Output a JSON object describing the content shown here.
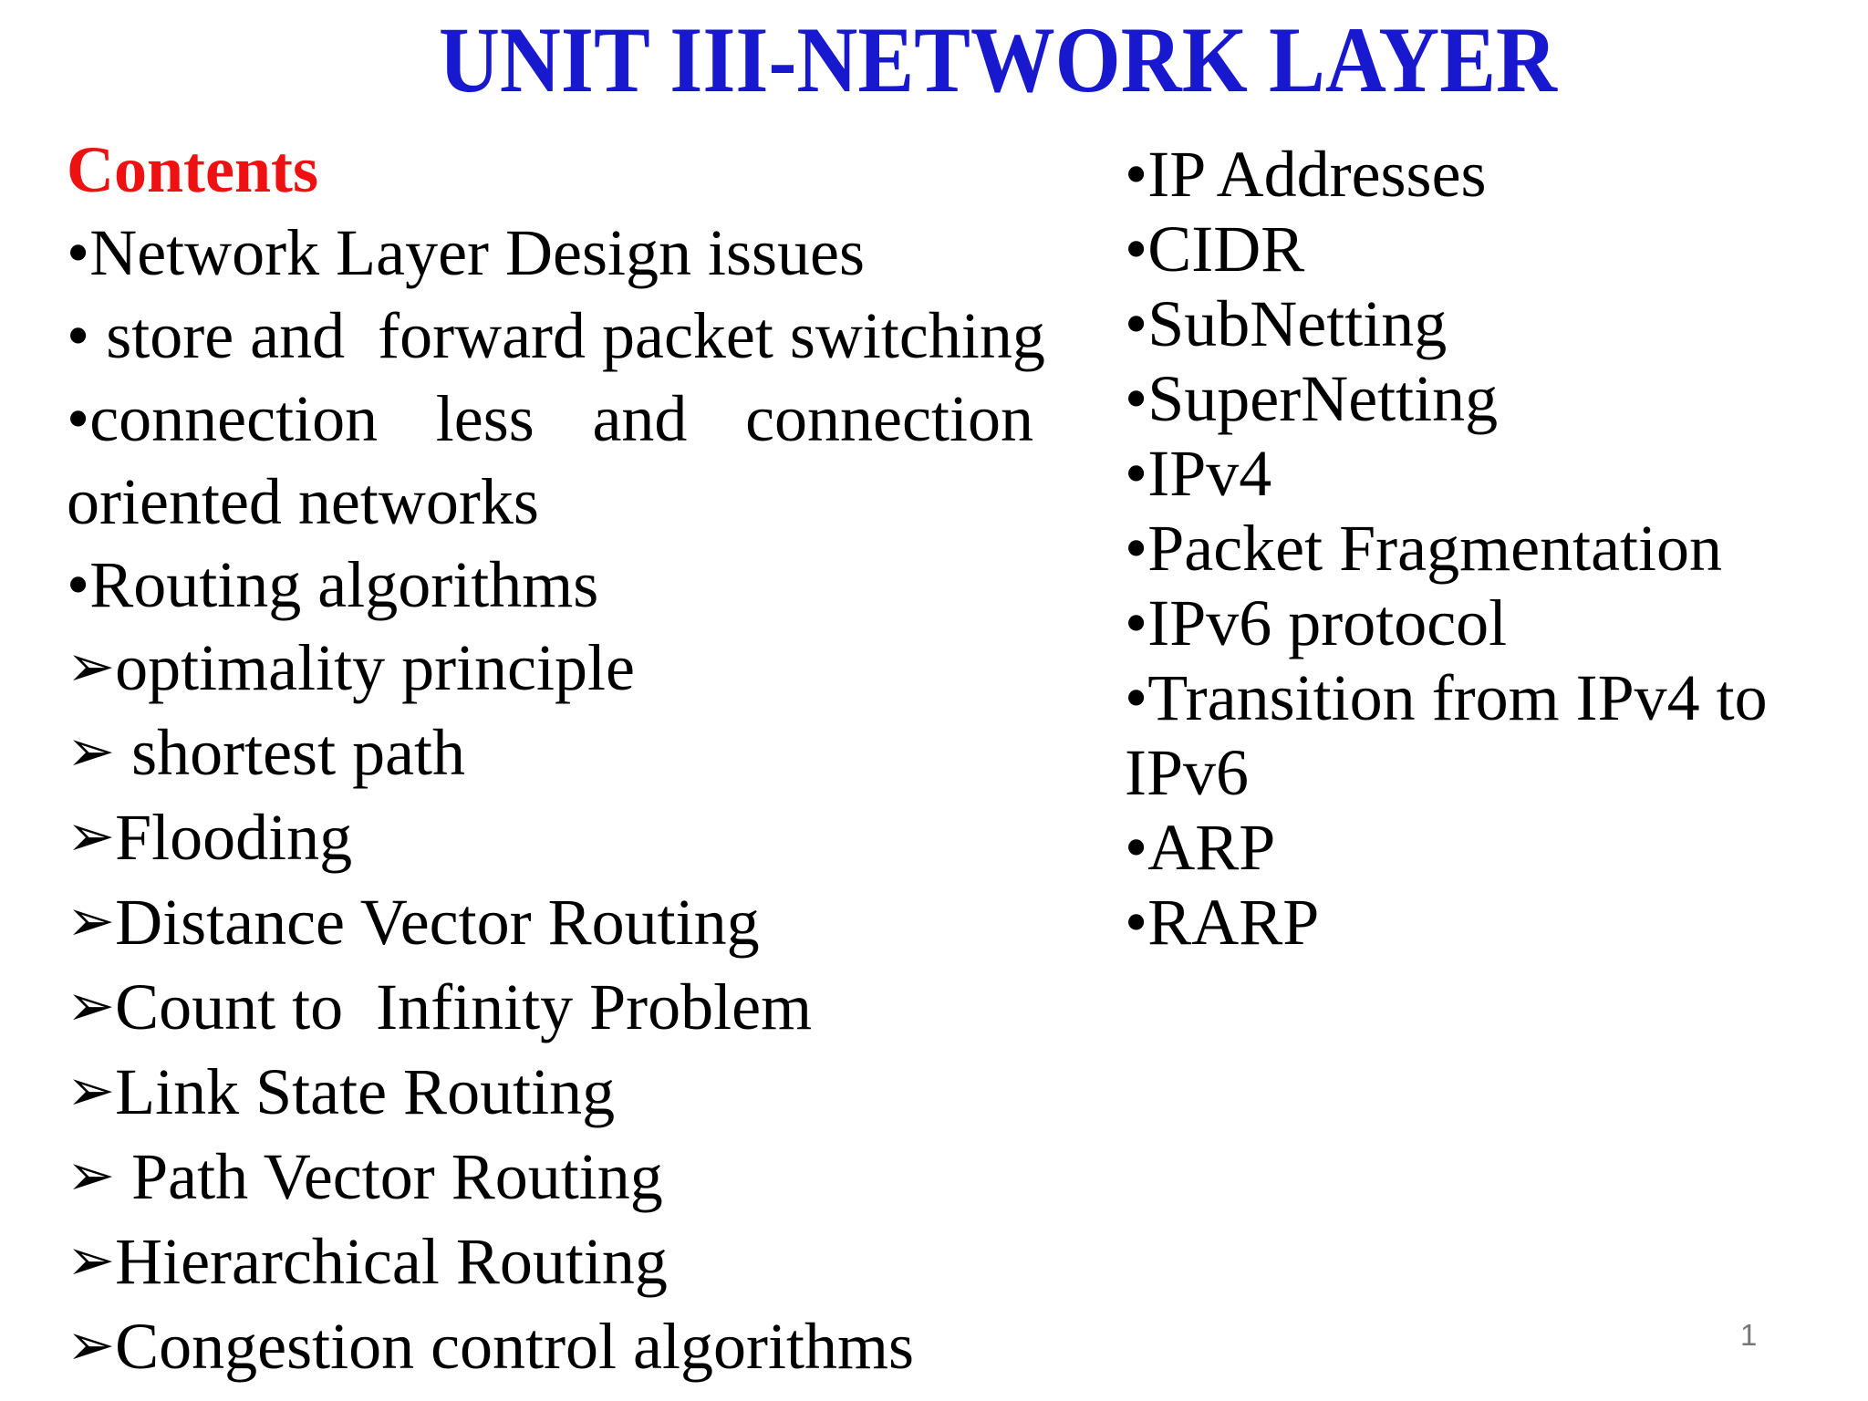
{
  "slide": {
    "title": "UNIT III-NETWORK LAYER",
    "page_number": "1",
    "colors": {
      "title_blue": "#1818cf",
      "heading_red": "#ee1111",
      "body_black": "#000000",
      "page_number_gray": "#767676",
      "background": "#ffffff"
    }
  },
  "bullets": {
    "dot": "•",
    "arrow": "➢"
  },
  "left": {
    "heading": "Contents",
    "items": [
      {
        "bullet": "dot",
        "text": "Network Layer Design issues"
      },
      {
        "bullet": "dot",
        "text": " store and  forward packet switching"
      },
      {
        "bullet": "dot",
        "justified": true,
        "words": [
          "connection",
          "less",
          "and",
          "connection"
        ]
      },
      {
        "bullet": "none",
        "text": "oriented networks"
      },
      {
        "bullet": "dot",
        "text": "Routing algorithms"
      },
      {
        "bullet": "arrow",
        "text": "optimality principle"
      },
      {
        "bullet": "arrow",
        "text": " shortest path"
      },
      {
        "bullet": "arrow",
        "text": "Flooding"
      },
      {
        "bullet": "arrow",
        "text": "Distance Vector Routing"
      },
      {
        "bullet": "arrow",
        "text": "Count to  Infinity Problem"
      },
      {
        "bullet": "arrow",
        "text": "Link State Routing"
      },
      {
        "bullet": "arrow",
        "text": " Path Vector Routing"
      },
      {
        "bullet": "arrow",
        "text": "Hierarchical Routing"
      },
      {
        "bullet": "arrow",
        "text": "Congestion control algorithms"
      }
    ]
  },
  "right": {
    "items": [
      {
        "bullet": "dot",
        "text": "IP Addresses"
      },
      {
        "bullet": "dot",
        "text": "CIDR"
      },
      {
        "bullet": "dot",
        "text": "SubNetting"
      },
      {
        "bullet": "dot",
        "text": "SuperNetting"
      },
      {
        "bullet": "dot",
        "text": "IPv4"
      },
      {
        "bullet": "dot",
        "text": "Packet Fragmentation"
      },
      {
        "bullet": "dot",
        "text": "IPv6 protocol"
      },
      {
        "bullet": "dot",
        "text": "Transition from IPv4 to"
      },
      {
        "bullet": "none",
        "text": "IPv6"
      },
      {
        "bullet": "dot",
        "text": "ARP"
      },
      {
        "bullet": "dot",
        "text": "RARP"
      }
    ]
  }
}
